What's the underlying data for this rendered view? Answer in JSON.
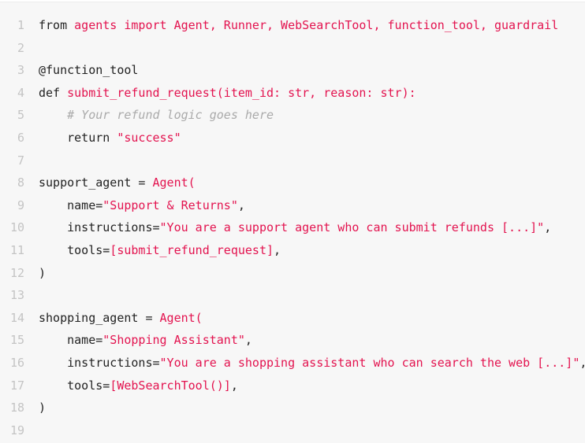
{
  "code_lines": [
    [
      [
        "from ",
        "k"
      ],
      [
        "agents import Agent, Runner, WebSearchTool, function_tool, guardrail",
        "s"
      ]
    ],
    [],
    [
      [
        "@function_tool",
        "k"
      ]
    ],
    [
      [
        "def ",
        "k"
      ],
      [
        "submit_refund_request(item_id: str, reason: str):",
        "s"
      ]
    ],
    [
      [
        "    ",
        "k"
      ],
      [
        "# Your refund logic goes here",
        "c"
      ]
    ],
    [
      [
        "    return ",
        "k"
      ],
      [
        "\"success\"",
        "s"
      ]
    ],
    [],
    [
      [
        "support_agent = ",
        "k"
      ],
      [
        "Agent(",
        "s"
      ]
    ],
    [
      [
        "    name=",
        "k"
      ],
      [
        "\"Support & Returns\"",
        "s"
      ],
      [
        ",",
        "k"
      ]
    ],
    [
      [
        "    instructions=",
        "k"
      ],
      [
        "\"You are a support agent who can submit refunds [...]\"",
        "s"
      ],
      [
        ",",
        "k"
      ]
    ],
    [
      [
        "    tools=",
        "k"
      ],
      [
        "[submit_refund_request]",
        "s"
      ],
      [
        ",",
        "k"
      ]
    ],
    [
      [
        ")",
        "k"
      ]
    ],
    [],
    [
      [
        "shopping_agent = ",
        "k"
      ],
      [
        "Agent(",
        "s"
      ]
    ],
    [
      [
        "    name=",
        "k"
      ],
      [
        "\"Shopping Assistant\"",
        "s"
      ],
      [
        ",",
        "k"
      ]
    ],
    [
      [
        "    instructions=",
        "k"
      ],
      [
        "\"You are a shopping assistant who can search the web [...]\"",
        "s"
      ],
      [
        ",",
        "k"
      ]
    ],
    [
      [
        "    tools=",
        "k"
      ],
      [
        "[WebSearchTool()]",
        "s"
      ],
      [
        ",",
        "k"
      ]
    ],
    [
      [
        ")",
        "k"
      ]
    ],
    []
  ]
}
